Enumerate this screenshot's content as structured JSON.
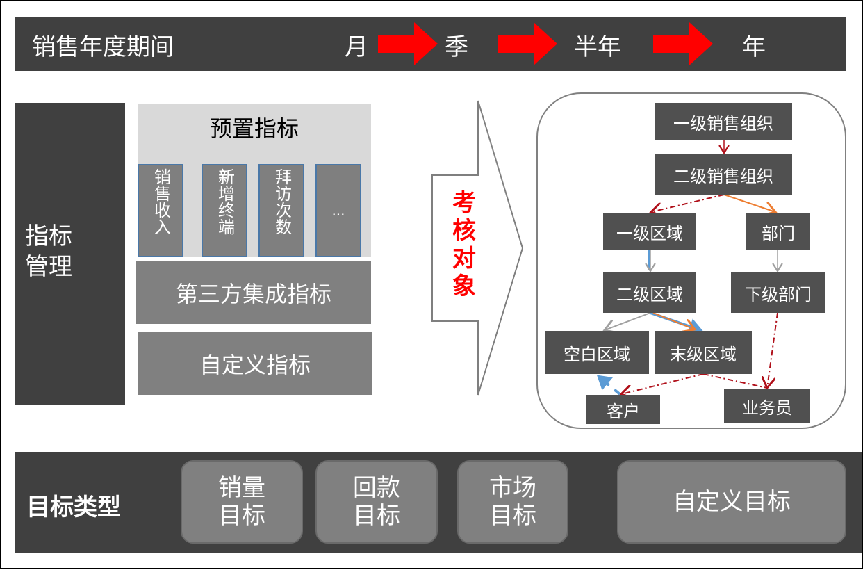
{
  "header": {
    "title": "销售年度期间",
    "periods": [
      "月",
      "季",
      "半年",
      "年"
    ]
  },
  "indicator": {
    "side_label_1": "指标",
    "side_label_2": "管理",
    "preset_title": "预置指标",
    "preset_items": [
      "销售收入",
      "新增终端",
      "拜访次数",
      "..."
    ],
    "third_party": "第三方集成指标",
    "custom": "自定义指标"
  },
  "assessment_label": "考核对象",
  "org_nodes": {
    "org1": "一级销售组织",
    "org2": "二级销售组织",
    "region1": "一级区域",
    "dept": "部门",
    "region2": "二级区域",
    "subdept": "下级部门",
    "blank_region": "空白区域",
    "last_region": "末级区域",
    "customer": "客户",
    "salesman": "业务员"
  },
  "target_types": {
    "title": "目标类型",
    "items": [
      {
        "l1": "销量",
        "l2": "目标"
      },
      {
        "l1": "回款",
        "l2": "目标"
      },
      {
        "l1": "市场",
        "l2": "目标"
      }
    ],
    "custom": "自定义目标"
  },
  "colors": {
    "dark": "#404040",
    "red_arrow": "#ff0000",
    "dash_red": "#b0101a",
    "orange": "#ed7d31",
    "blue": "#5b9bd5",
    "gray": "#a0a0a0"
  }
}
